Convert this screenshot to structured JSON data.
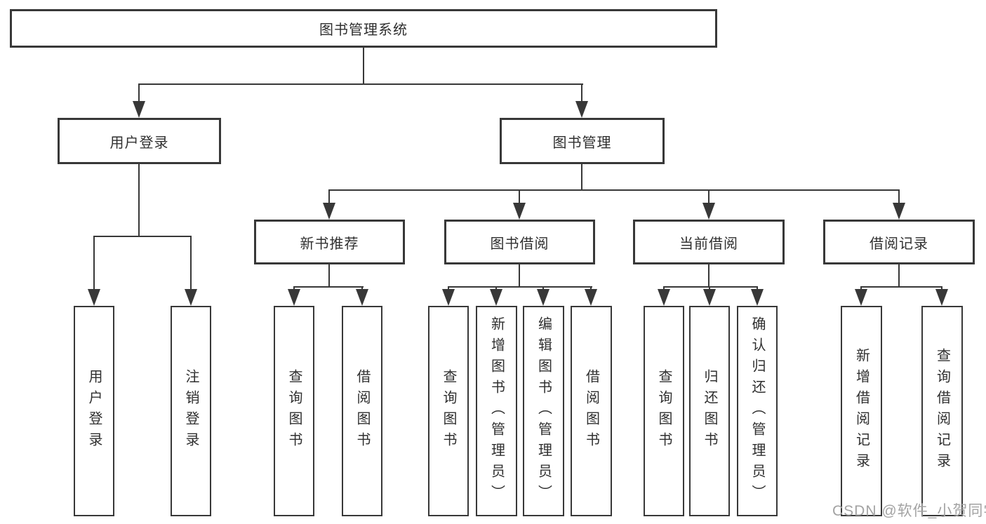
{
  "tree": {
    "label": "图书管理系统",
    "children": [
      {
        "label": "用户登录",
        "children": [
          {
            "label": "用户登录"
          },
          {
            "label": "注销登录"
          }
        ]
      },
      {
        "label": "图书管理",
        "children": [
          {
            "label": "新书推荐",
            "children": [
              {
                "label": "查询图书"
              },
              {
                "label": "借阅图书"
              }
            ]
          },
          {
            "label": "图书借阅",
            "children": [
              {
                "label": "查询图书"
              },
              {
                "label": "新增图书（管理员）"
              },
              {
                "label": "编辑图书（管理员）"
              },
              {
                "label": "借阅图书"
              }
            ]
          },
          {
            "label": "当前借阅",
            "children": [
              {
                "label": "查询图书"
              },
              {
                "label": "归还图书"
              },
              {
                "label": "确认归还（管理员）"
              }
            ]
          },
          {
            "label": "借阅记录",
            "children": [
              {
                "label": "新增借阅记录"
              },
              {
                "label": "查询借阅记录"
              }
            ]
          }
        ]
      }
    ]
  },
  "watermark": {
    "text": "CSDN @软件_小贺同学"
  },
  "colors": {
    "line": "#383838",
    "text": "#2f2f2f",
    "background": "#ffffff",
    "watermark": "#a3a3a3"
  }
}
